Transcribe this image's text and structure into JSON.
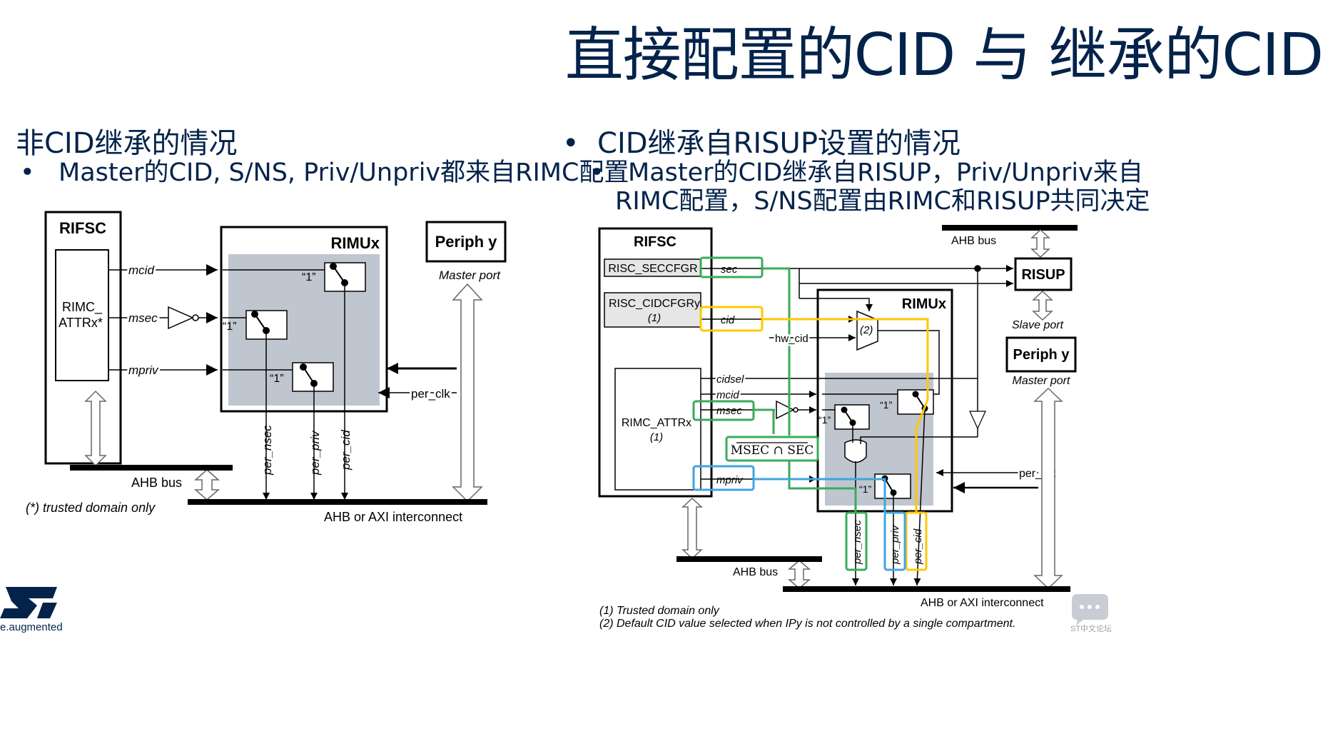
{
  "title": "直接配置的CID 与 继承的CID",
  "left": {
    "heading": "非CID继承的情况",
    "bullet": "Master的CID, S/NS, Priv/Unpriv都来自RIMC配置",
    "diagram": {
      "rifsc": "RIFSC",
      "rimc_line1": "RIMC_",
      "rimc_line2": "ATTRx*",
      "mcid": "mcid",
      "msec": "msec",
      "mpriv": "mpriv",
      "rimux": "RIMUx",
      "one": "“1”",
      "periph": "Periph y",
      "master_port": "Master port",
      "per_clk": "per_clk",
      "per_nsec": "per_nsec",
      "per_priv": "per_priv",
      "per_cid": "per_cid",
      "ahb_bus": "AHB bus",
      "interconnect": "AHB or AXI interconnect",
      "footnote": "(*) trusted domain only"
    }
  },
  "right": {
    "heading": "CID继承自RISUP设置的情况",
    "bullet_line1": "Master的CID继承自RISUP，Priv/Unpriv来自",
    "bullet_line2": "RIMC配置，S/NS配置由RIMC和RISUP共同决定",
    "diagram": {
      "rifsc": "RIFSC",
      "seccfgr": "RISC_SECCFGR",
      "cidcfgr": "RISC_CIDCFGRy",
      "note1": "(1)",
      "sec": "sec",
      "cid": "cid",
      "hw_cid": "hw_cid",
      "cidsel": "cidsel",
      "mcid": "mcid",
      "msec": "msec",
      "mpriv": "mpriv",
      "rimc_attrx": "RIMC_ATTRx",
      "note1b": "(1)",
      "msec_sec": "MSEC ∩ SEC",
      "mux_label": "(2)",
      "rimux": "RIMUx",
      "one": "“1”",
      "ahb_bus_top": "AHB bus",
      "risup": "RISUP",
      "slave_port": "Slave port",
      "periph": "Periph y",
      "master_port": "Master port",
      "per_clk": "per_clk",
      "per_nsec": "per_nsec",
      "per_priv": "per_priv",
      "per_cid": "per_cid",
      "ahb_bus": "AHB bus",
      "interconnect": "AHB or AXI interconnect",
      "footnote1": "(1) Trusted domain only",
      "footnote2": "(2) Default CID value selected when IPy is not controlled by a single compartment."
    }
  },
  "logo": {
    "tagline": "e.augmented"
  },
  "watermark": "ST中文论坛",
  "colors": {
    "title": "#03234b",
    "green": "#3aaa5c",
    "yellow": "#ffc800",
    "blue": "#3ea6e0",
    "gray_fill": "#c0c6d0"
  }
}
